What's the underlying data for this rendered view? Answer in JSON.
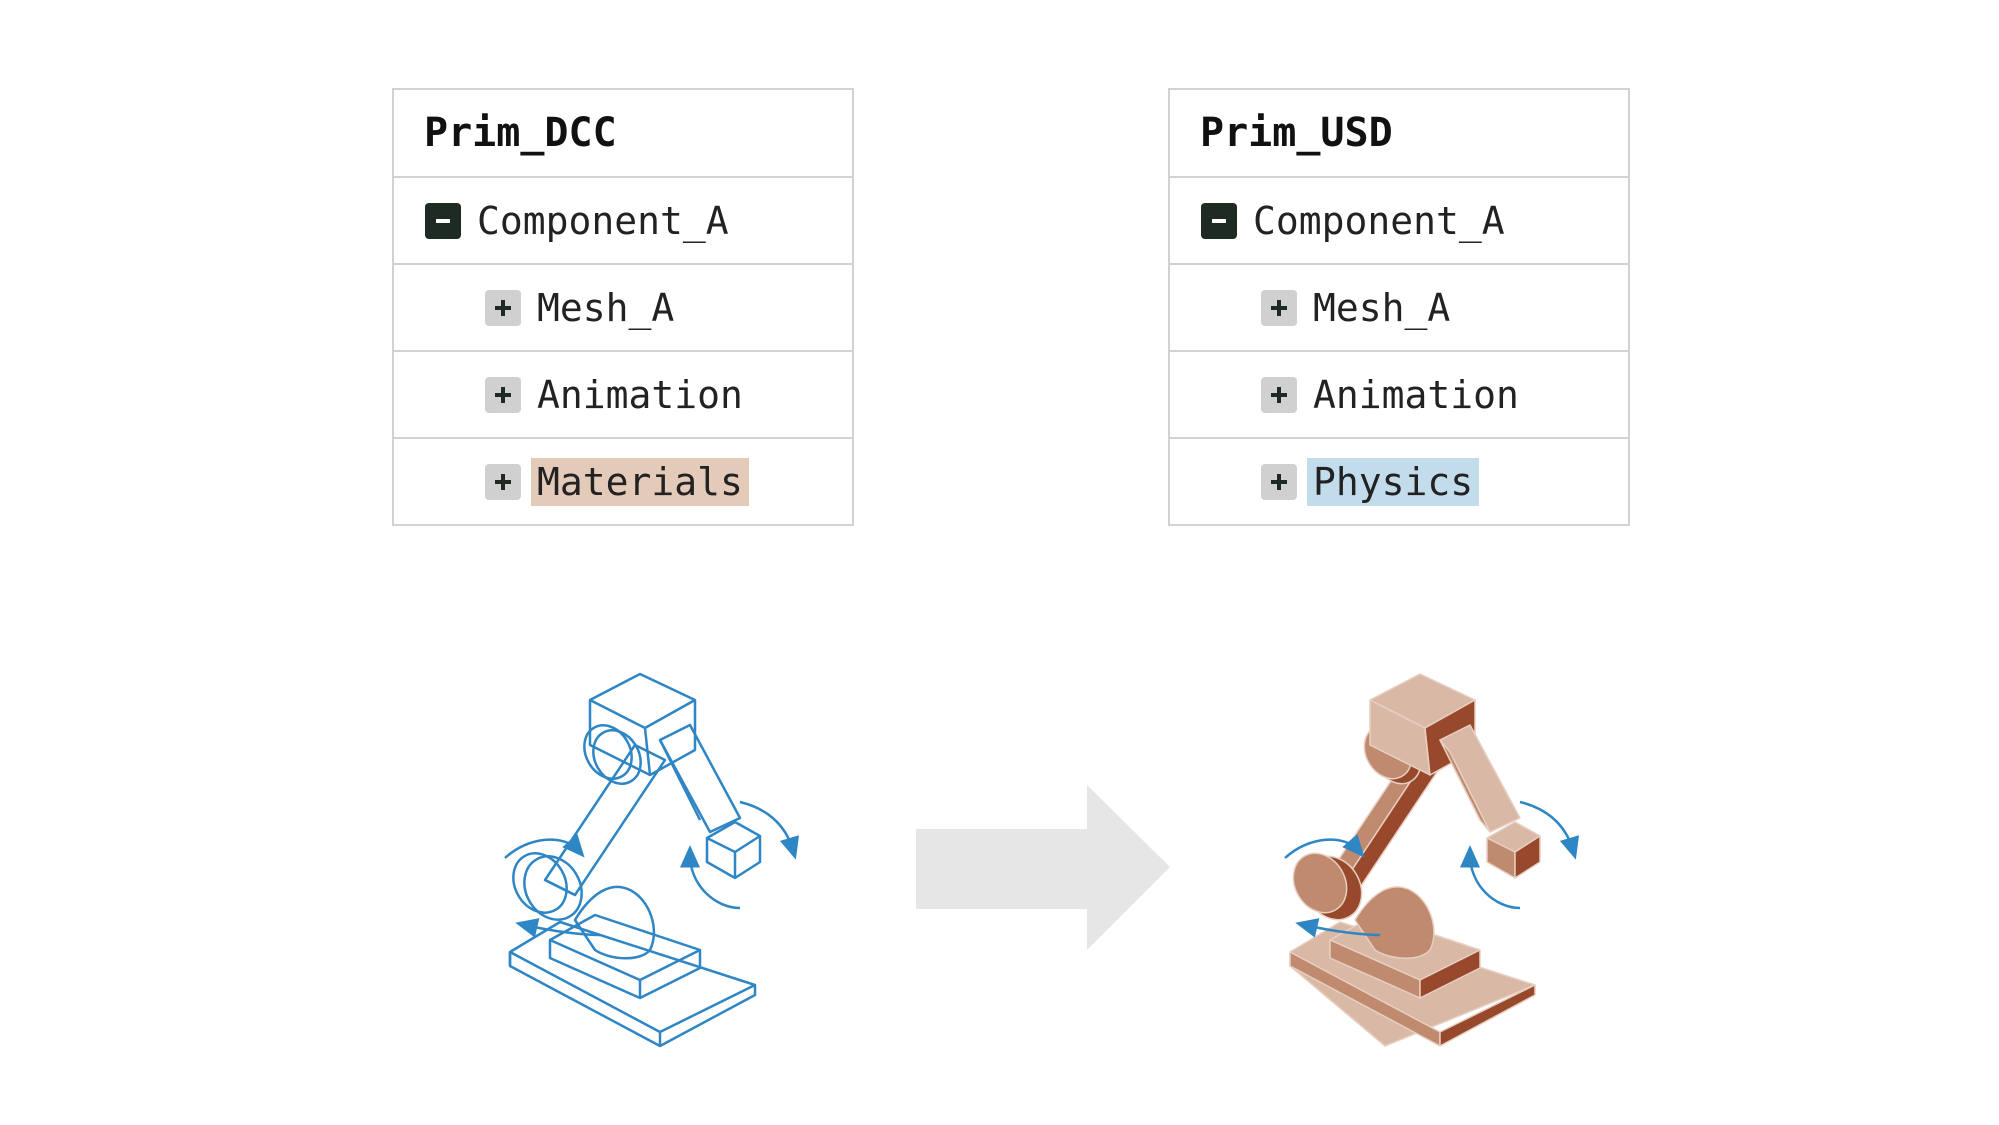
{
  "colors": {
    "outline_blue": "#2f86c4",
    "arrow_gray": "#e6e6e6",
    "materials_highlight": "#e4cab9",
    "physics_highlight": "#c3dcec",
    "robot_light": "#d9b8a6",
    "robot_mid": "#c08a6e",
    "robot_dark": "#98492c"
  },
  "left_panel": {
    "title": "Prim_DCC",
    "component": {
      "icon": "minus-icon",
      "label": "Component_A"
    },
    "items": [
      {
        "icon": "plus-icon",
        "label": "Mesh_A"
      },
      {
        "icon": "plus-icon",
        "label": "Animation"
      },
      {
        "icon": "plus-icon",
        "label": "Materials",
        "highlight": "materials"
      }
    ]
  },
  "right_panel": {
    "title": "Prim_USD",
    "component": {
      "icon": "minus-icon",
      "label": "Component_A"
    },
    "items": [
      {
        "icon": "plus-icon",
        "label": "Mesh_A"
      },
      {
        "icon": "plus-icon",
        "label": "Animation"
      },
      {
        "icon": "plus-icon",
        "label": "Physics",
        "highlight": "physics"
      }
    ]
  },
  "illustrations": {
    "left": "robot-arm-outline-icon",
    "middle": "right-arrow-icon",
    "right": "robot-arm-solid-icon"
  }
}
